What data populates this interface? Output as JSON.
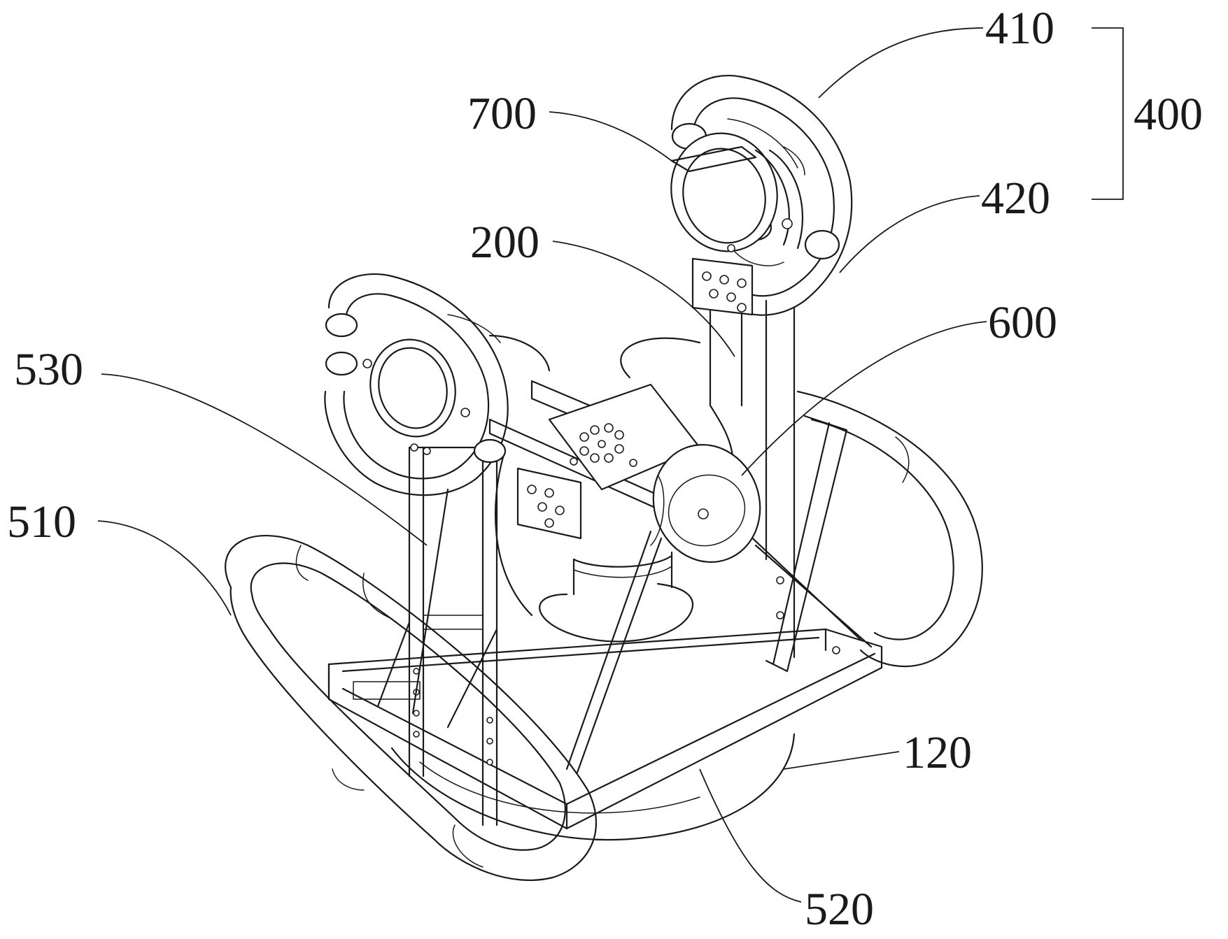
{
  "figure": {
    "labels": [
      {
        "id": "410",
        "text": "410"
      },
      {
        "id": "400",
        "text": "400"
      },
      {
        "id": "700",
        "text": "700"
      },
      {
        "id": "420",
        "text": "420"
      },
      {
        "id": "200",
        "text": "200"
      },
      {
        "id": "600",
        "text": "600"
      },
      {
        "id": "530",
        "text": "530"
      },
      {
        "id": "510",
        "text": "510"
      },
      {
        "id": "120",
        "text": "120"
      },
      {
        "id": "520",
        "text": "520"
      }
    ]
  }
}
